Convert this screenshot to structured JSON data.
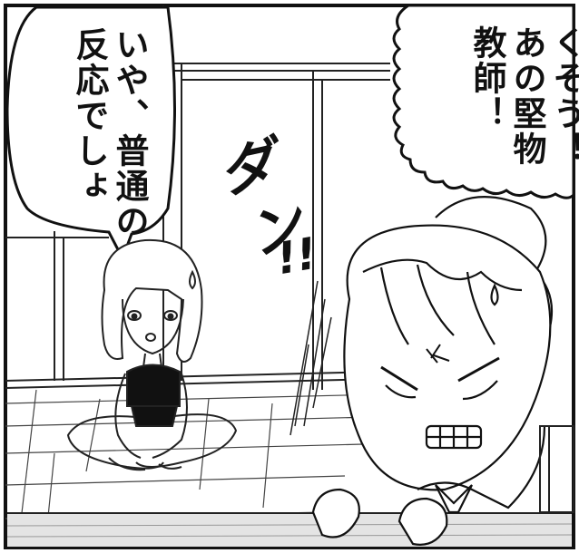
{
  "panel": {
    "speech_left": {
      "line1": "いや、普通の",
      "line2": "反応でしょ"
    },
    "speech_right": {
      "line1": "くそう！",
      "line2": "あの堅物",
      "line3": "教師！"
    },
    "sfx": {
      "text1": "ダ",
      "text2": "ン",
      "text3": "!!"
    }
  },
  "colors": {
    "ink": "#111111",
    "paper": "#ffffff",
    "tone": "#9a9a9a"
  }
}
